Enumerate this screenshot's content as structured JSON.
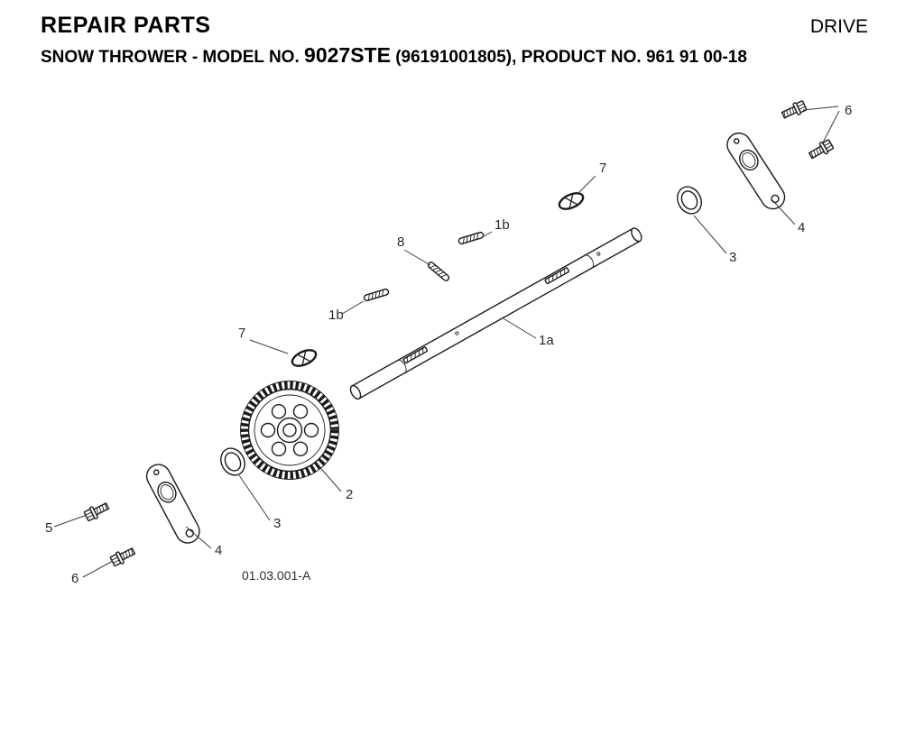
{
  "header": {
    "title": "REPAIR PARTS",
    "section": "DRIVE",
    "model_line": {
      "prefix": "SNOW THROWER - MODEL NO.",
      "model": "9027STE",
      "suffix": "(96191001805), PRODUCT NO. 961 91 00-18"
    }
  },
  "diagram": {
    "drawing_code": "01.03.001-A",
    "line_color": "#1a1a1a",
    "callouts": {
      "bolt_upper": "6",
      "clip_upper": "7",
      "pin_upper": "1b",
      "pin_8": "8",
      "bracket_upper": "4",
      "washer_upper": "3",
      "shaft": "1a",
      "pin_lower": "1b",
      "clip_lower": "7",
      "gear": "2",
      "washer_lower": "3",
      "bolt_5": "5",
      "bracket_lower": "4",
      "bolt_lower": "6"
    }
  }
}
